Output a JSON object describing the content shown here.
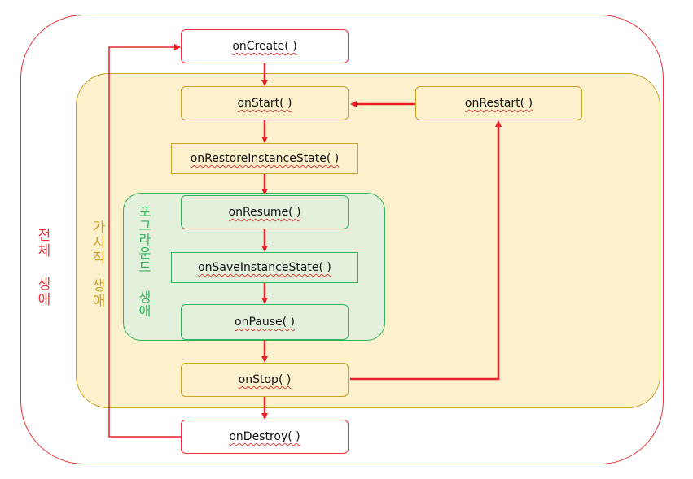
{
  "regions": {
    "entire_lifetime": "전체 생애",
    "visible_lifetime_line1": "가시적",
    "visible_lifetime_line2": "생애",
    "foreground_lifetime": "포그라운드 생애"
  },
  "nodes": {
    "on_create": "onCreate( )",
    "on_start": "onStart( )",
    "on_restart": "onRestart( )",
    "on_restore_instance_state": "onRestoreInstanceState( )",
    "on_resume": "onResume( )",
    "on_save_instance_state": "onSaveInstanceState( )",
    "on_pause": "onPause( )",
    "on_stop": "onStop( )",
    "on_destroy": "onDestroy( )"
  },
  "colors": {
    "entire": "#e8343a",
    "visible": "#c9a227",
    "visible_fill": "#fdf0cd",
    "foreground": "#31b45a",
    "foreground_fill": "#e3f1dc",
    "arrow": "#e8202a"
  }
}
